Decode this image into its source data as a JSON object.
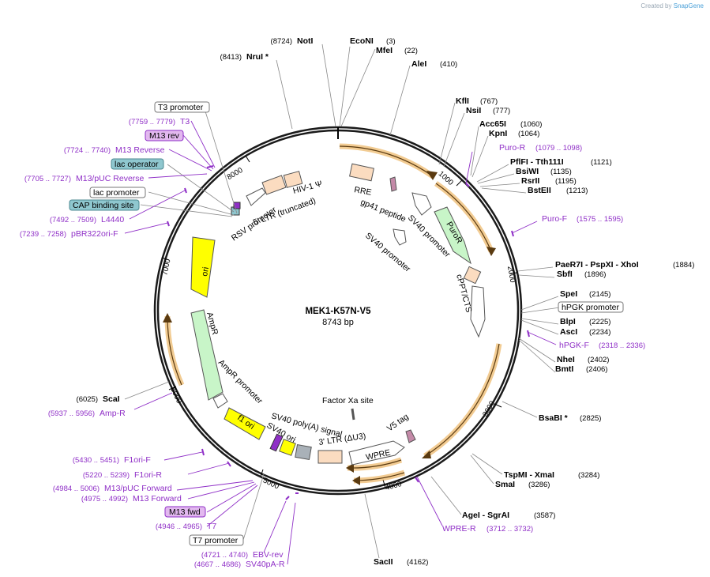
{
  "credit": {
    "prefix": "Created by",
    "brand": "SnapGene"
  },
  "plasmid": {
    "name": "MEK1-K57N-V5",
    "size_label": "8743 bp",
    "length": 8743
  },
  "ticks": [
    "1000",
    "2000",
    "3000",
    "4000",
    "5000",
    "6000",
    "7000",
    "8000"
  ],
  "enzymes": [
    {
      "name": "NotI",
      "pos": "(8724)",
      "side": "L"
    },
    {
      "name": "NruI *",
      "pos": "(8413)",
      "side": "L"
    },
    {
      "name": "EcoNI",
      "pos": "(3)",
      "side": "R"
    },
    {
      "name": "MfeI",
      "pos": "(22)",
      "side": "R"
    },
    {
      "name": "AleI",
      "pos": "(410)",
      "side": "R"
    },
    {
      "name": "KflI",
      "pos": "(767)",
      "side": "R"
    },
    {
      "name": "NsiI",
      "pos": "(777)",
      "side": "R"
    },
    {
      "name": "Acc65I",
      "pos": "(1060)",
      "side": "R"
    },
    {
      "name": "KpnI",
      "pos": "(1064)",
      "side": "R"
    },
    {
      "name": "PflFI - Tth111I",
      "pos": "(1121)",
      "side": "R"
    },
    {
      "name": "BsiWI",
      "pos": "(1135)",
      "side": "R"
    },
    {
      "name": "RsrII",
      "pos": "(1195)",
      "side": "R"
    },
    {
      "name": "BstEII",
      "pos": "(1213)",
      "side": "R"
    },
    {
      "name": "PaeR7I - PspXI - XhoI",
      "pos": "(1884)",
      "side": "R"
    },
    {
      "name": "SbfI",
      "pos": "(1896)",
      "side": "R"
    },
    {
      "name": "SpeI",
      "pos": "(2145)",
      "side": "R"
    },
    {
      "name": "BlpI",
      "pos": "(2225)",
      "side": "R"
    },
    {
      "name": "AscI",
      "pos": "(2234)",
      "side": "R"
    },
    {
      "name": "NheI",
      "pos": "(2402)",
      "side": "R"
    },
    {
      "name": "BmtI",
      "pos": "(2406)",
      "side": "R"
    },
    {
      "name": "BsaBI *",
      "pos": "(2825)",
      "side": "R"
    },
    {
      "name": "TspMI - XmaI",
      "pos": "(3284)",
      "side": "R"
    },
    {
      "name": "SmaI",
      "pos": "(3286)",
      "side": "R"
    },
    {
      "name": "AgeI - SgrAI",
      "pos": "(3587)",
      "side": "R"
    },
    {
      "name": "SacII",
      "pos": "(4162)",
      "side": "R"
    },
    {
      "name": "ScaI",
      "pos": "(6025)",
      "side": "L"
    }
  ],
  "primers": [
    {
      "name": "T3",
      "pos": "(7759 .. 7779)",
      "side": "L"
    },
    {
      "name": "M13 Reverse",
      "pos": "(7724 .. 7740)",
      "side": "L"
    },
    {
      "name": "M13/pUC Reverse",
      "pos": "(7705 .. 7727)",
      "side": "L"
    },
    {
      "name": "L4440",
      "pos": "(7492 .. 7509)",
      "side": "L"
    },
    {
      "name": "pBR322ori-F",
      "pos": "(7239 .. 7258)",
      "side": "L"
    },
    {
      "name": "Puro-R",
      "pos": "(1079 .. 1098)",
      "side": "R"
    },
    {
      "name": "Puro-F",
      "pos": "(1575 .. 1595)",
      "side": "R"
    },
    {
      "name": "hPGK-F",
      "pos": "(2318 .. 2336)",
      "side": "R"
    },
    {
      "name": "WPRE-R",
      "pos": "(3712 .. 3732)",
      "side": "R"
    },
    {
      "name": "Amp-R",
      "pos": "(5937 .. 5956)",
      "side": "L"
    },
    {
      "name": "F1ori-F",
      "pos": "(5430 .. 5451)",
      "side": "L"
    },
    {
      "name": "F1ori-R",
      "pos": "(5220 .. 5239)",
      "side": "L"
    },
    {
      "name": "M13/pUC Forward",
      "pos": "(4984 .. 5006)",
      "side": "L"
    },
    {
      "name": "M13 Forward",
      "pos": "(4975 .. 4992)",
      "side": "L"
    },
    {
      "name": "T7",
      "pos": "(4946 .. 4965)",
      "side": "L"
    },
    {
      "name": "EBV-rev",
      "pos": "(4721 .. 4740)",
      "side": "L"
    },
    {
      "name": "SV40pA-R",
      "pos": "(4667 .. 4686)",
      "side": "L"
    }
  ],
  "boxed_labels": [
    {
      "text": "T3 promoter",
      "style": "white"
    },
    {
      "text": "M13 rev",
      "style": "purple"
    },
    {
      "text": "lac operator",
      "style": "teal"
    },
    {
      "text": "lac promoter",
      "style": "white"
    },
    {
      "text": "CAP binding site",
      "style": "teal"
    },
    {
      "text": "hPGK promoter",
      "style": "white"
    },
    {
      "text": "M13 fwd",
      "style": "purple"
    },
    {
      "text": "T7 promoter",
      "style": "white"
    }
  ],
  "features": [
    {
      "text": "HIV-1 Ψ"
    },
    {
      "text": "5' LTR (truncated)"
    },
    {
      "text": "RSV promoter"
    },
    {
      "text": "RRE"
    },
    {
      "text": "gp41 peptide"
    },
    {
      "text": "SV40 promoter"
    },
    {
      "text": "PuroR"
    },
    {
      "text": "SV40 promoter"
    },
    {
      "text": "cPPT/CTS"
    },
    {
      "text": "ori"
    },
    {
      "text": "AmpR"
    },
    {
      "text": "AmpR promoter"
    },
    {
      "text": "f1 ori"
    },
    {
      "text": "SV40 ori"
    },
    {
      "text": "SV40 poly(A) signal"
    },
    {
      "text": "3' LTR (ΔU3)"
    },
    {
      "text": "WPRE"
    },
    {
      "text": "V5 tag"
    },
    {
      "text": "Factor Xa site"
    }
  ],
  "colors": {
    "backbone": "#1a1a1a",
    "orf_arrow": "#e8a23a",
    "primer": "#8f2fc7",
    "ori": "#ffff00",
    "resistance": "#c8f5c8",
    "ltr": "#fbdcc0",
    "teal_box": "#8fc7cf",
    "purple_box": "#e2b8ef",
    "tag": "#c48aa8"
  }
}
